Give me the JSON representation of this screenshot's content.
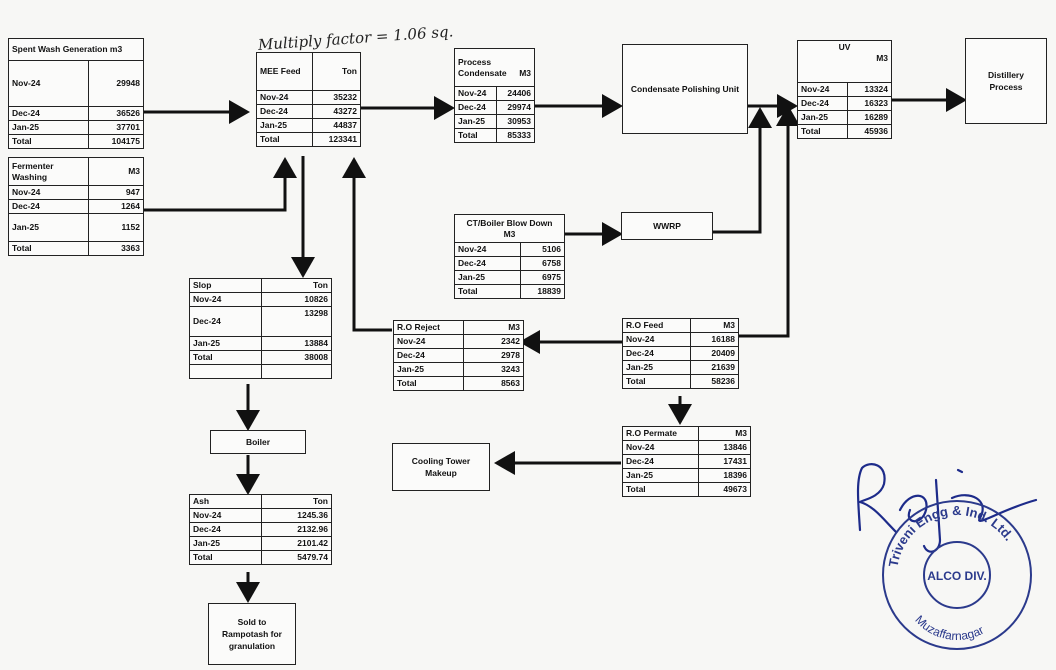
{
  "note": "Multiply factor = 1.06 sq.",
  "tables": {
    "spent_wash": {
      "title": "Spent Wash Generation m3",
      "rows": [
        [
          "Nov-24",
          "29948"
        ],
        [
          "Dec-24",
          "36526"
        ],
        [
          "Jan-25",
          "37701"
        ],
        [
          "Total",
          "104175"
        ]
      ]
    },
    "fermenter": {
      "title": "Fermenter Washing",
      "unit": "M3",
      "rows": [
        [
          "Nov-24",
          "947"
        ],
        [
          "Dec-24",
          "1264"
        ],
        [
          "Jan-25",
          "1152"
        ],
        [
          "Total",
          "3363"
        ]
      ]
    },
    "mee": {
      "title": "MEE Feed",
      "unit": "Ton",
      "rows": [
        [
          "Nov-24",
          "35232"
        ],
        [
          "Dec-24",
          "43272"
        ],
        [
          "Jan-25",
          "44837"
        ],
        [
          "Total",
          "123341"
        ]
      ]
    },
    "process_condensate": {
      "title": "Process Condensate",
      "unit": "M3",
      "rows": [
        [
          "Nov-24",
          "24406"
        ],
        [
          "Dec-24",
          "29974"
        ],
        [
          "Jan-25",
          "30953"
        ],
        [
          "Total",
          "85333"
        ]
      ]
    },
    "uv": {
      "title": "UV",
      "unit": "M3",
      "rows": [
        [
          "Nov-24",
          "13324"
        ],
        [
          "Dec-24",
          "16323"
        ],
        [
          "Jan-25",
          "16289"
        ],
        [
          "Total",
          "45936"
        ]
      ]
    },
    "ct_blowdown": {
      "title": "CT/Boiler Blow Down",
      "unit": "M3",
      "rows": [
        [
          "Nov-24",
          "5106"
        ],
        [
          "Dec-24",
          "6758"
        ],
        [
          "Jan-25",
          "6975"
        ],
        [
          "Total",
          "18839"
        ]
      ]
    },
    "slop": {
      "title": "Slop",
      "unit": "Ton",
      "rows": [
        [
          "Nov-24",
          "10826"
        ],
        [
          "Dec-24",
          "13298"
        ],
        [
          "Jan-25",
          "13884"
        ],
        [
          "Total",
          "38008"
        ]
      ]
    },
    "ro_reject": {
      "title": "R.O Reject",
      "unit": "M3",
      "rows": [
        [
          "Nov-24",
          "2342"
        ],
        [
          "Dec-24",
          "2978"
        ],
        [
          "Jan-25",
          "3243"
        ],
        [
          "Total",
          "8563"
        ]
      ]
    },
    "ro_feed": {
      "title": "R.O Feed",
      "unit": "M3",
      "rows": [
        [
          "Nov-24",
          "16188"
        ],
        [
          "Dec-24",
          "20409"
        ],
        [
          "Jan-25",
          "21639"
        ],
        [
          "Total",
          "58236"
        ]
      ]
    },
    "ro_permeate": {
      "title": "R.O Permate",
      "unit": "M3",
      "rows": [
        [
          "Nov-24",
          "13846"
        ],
        [
          "Dec-24",
          "17431"
        ],
        [
          "Jan-25",
          "18396"
        ],
        [
          "Total",
          "49673"
        ]
      ]
    },
    "ash": {
      "title": "Ash",
      "unit": "Ton",
      "rows": [
        [
          "Nov-24",
          "1245.36"
        ],
        [
          "Dec-24",
          "2132.96"
        ],
        [
          "Jan-25",
          "2101.42"
        ],
        [
          "Total",
          "5479.74"
        ]
      ]
    }
  },
  "boxes": {
    "cpu": "Condensate Polishing Unit",
    "distillery": "Distillery\nProcess",
    "wwrp": "WWRP",
    "boiler": "Boiler",
    "cooling_tower": "Cooling Tower\nMakeup",
    "sold": "Sold to\nRampotash for\ngranulation"
  },
  "stamp": {
    "outer_text": "Triveni Engg & Ind. Ltd.",
    "inner_text": "ALCO DIV.",
    "bottom_text": "Muzaffarnagar"
  },
  "colors": {
    "ink": "#111111",
    "stamp": "#2b3a8c",
    "signature": "#1d2b8a"
  }
}
